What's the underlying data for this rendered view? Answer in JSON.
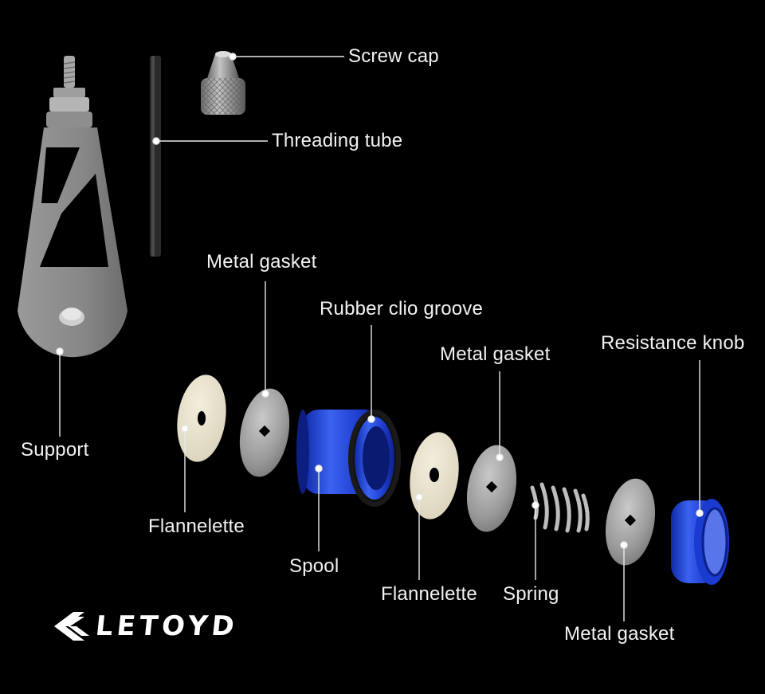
{
  "labels": {
    "screw_cap": "Screw cap",
    "threading_tube": "Threading tube",
    "metal_gasket_1": "Metal gasket",
    "rubber_clio_groove": "Rubber clio groove",
    "metal_gasket_2": "Metal gasket",
    "resistance_knob": "Resistance knob",
    "support": "Support",
    "flannelette_1": "Flannelette",
    "spool": "Spool",
    "flannelette_2": "Flannelette",
    "spring": "Spring",
    "metal_gasket_3": "Metal gasket"
  },
  "brand": {
    "name": "LETOYD"
  },
  "colors": {
    "background": "#000000",
    "label": "#f2f2f2",
    "leader": "#e8e8e8",
    "metal": "#8c8c8c",
    "anodized_blue": "#1f3fcf",
    "felt": "#e9e3cf"
  }
}
